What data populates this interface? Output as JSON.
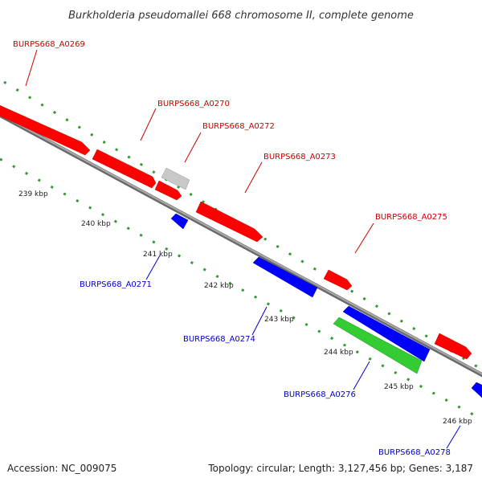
{
  "title": "Burkholderia pseudomallei 668 chromosome II, complete genome",
  "footer": {
    "accession": "Accession: NC_009075",
    "info": "Topology: circular; Length: 3,127,456 bp; Genes: 3,187"
  },
  "colors": {
    "forward": "#ff0000",
    "reverse": "#0000ff",
    "rna": "#33cc33",
    "other": "#c8c8c8",
    "backbone": "#888888",
    "tick": "#339933",
    "label_forward": "#cc0000",
    "label_reverse": "#0000cc"
  },
  "scale_labels": [
    "239 kbp",
    "240 kbp",
    "241 kbp",
    "242 kbp",
    "243 kbp",
    "244 kbp",
    "245 kbp",
    "246 kbp"
  ],
  "gene_labels": {
    "a0269": "BURPS668_A0269",
    "a0270": "BURPS668_A0270",
    "a0272": "BURPS668_A0272",
    "a0273": "BURPS668_A0273",
    "a0275": "BURPS668_A0275",
    "a0271": "BURPS668_A0271",
    "a0274": "BURPS668_A0274",
    "a0276": "BURPS668_A0276",
    "a0278": "BURPS668_A0278"
  }
}
